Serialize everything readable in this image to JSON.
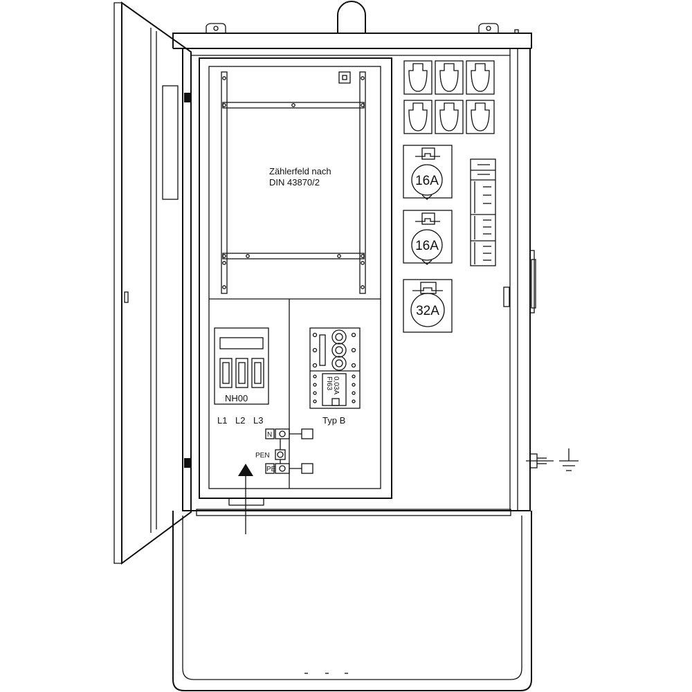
{
  "meter_field": {
    "line1": "Zählerfeld nach",
    "line2": "DIN 43870/2"
  },
  "fuse_block": {
    "label": "NH00",
    "phases": [
      "L1",
      "L2",
      "L3"
    ]
  },
  "rcd": {
    "rating_line1": "FI63",
    "rating_line2": "0,03A",
    "type_label": "Typ B"
  },
  "terminals": {
    "n": "N",
    "pen": "PEN",
    "pe": "PE"
  },
  "cee_sockets": [
    {
      "rating": "16A"
    },
    {
      "rating": "16A"
    },
    {
      "rating": "32A"
    }
  ]
}
